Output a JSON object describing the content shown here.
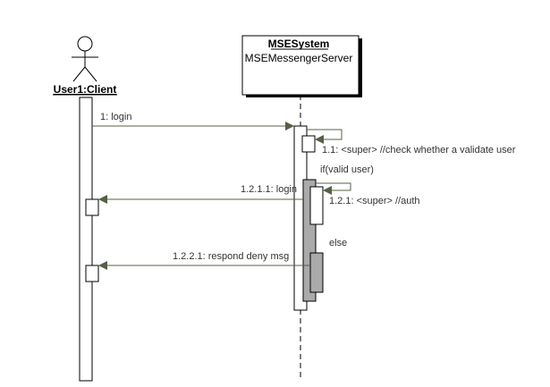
{
  "actor": {
    "label": "User1:Client"
  },
  "system": {
    "title": "MSESystem",
    "subtitle": "MSEMessengerServer"
  },
  "messages": {
    "login": "1: login",
    "check": "1.1: <super> //check whether a validate user",
    "if_valid": "if(valid user)",
    "login_resp": "1.2.1.1: login",
    "auth": "1.2.1: <super> //auth",
    "else": "else",
    "deny": "1.2.2.1: respond deny msg"
  },
  "colors": {
    "line": "#000000",
    "arrow_text": "#333333",
    "lifeline_fill": "#ffffff",
    "combined_fragment": "#aaaaaa",
    "arrowhead": "#556044"
  }
}
